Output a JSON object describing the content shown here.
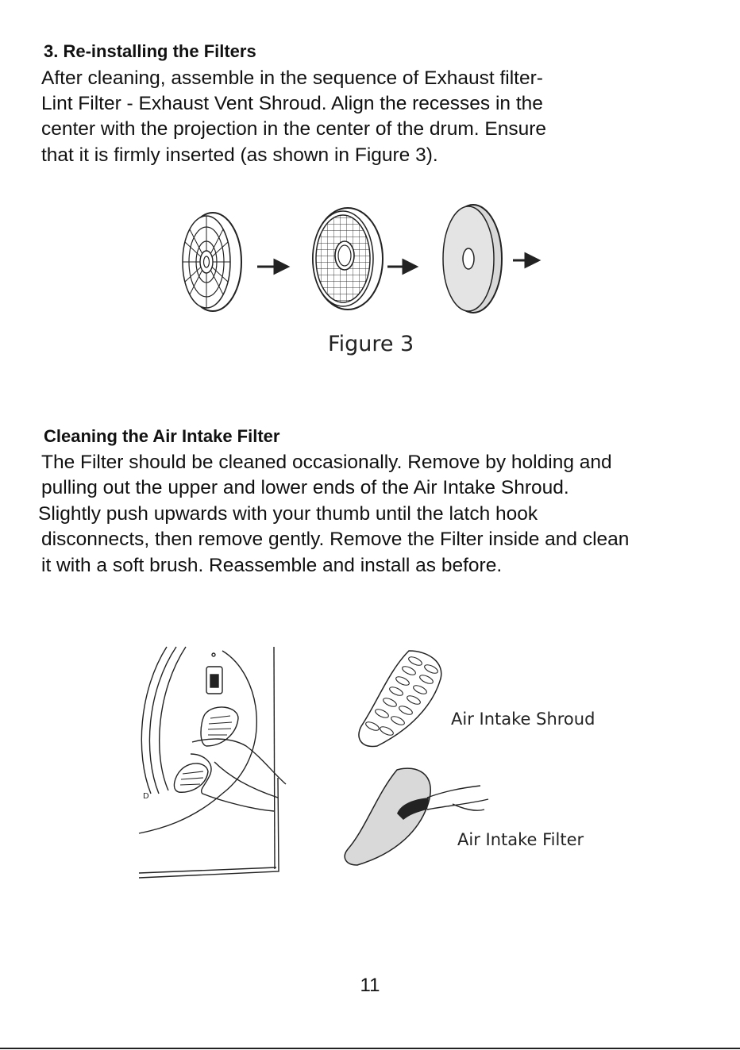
{
  "section1": {
    "heading": "3. Re-installing the Filters",
    "lines": [
      "After cleaning, assemble in the sequence of Exhaust filter-",
      "Lint Filter - Exhaust Vent Shroud. Align the recesses in the",
      "center with the projection in the center of the drum. Ensure",
      "that it is firmly inserted (as shown in Figure 3)."
    ],
    "figure_caption": "Figure 3"
  },
  "section2": {
    "heading": "Cleaning the Air Intake Filter",
    "lines": [
      "The Filter should be cleaned occasionally. Remove by holding and",
      "pulling  out  the  upper  and  lower  ends  of  the  Air  Intake Shroud.",
      "Slightly  push  upwards  with  your  thumb  until  the  latch hook",
      "disconnects, then remove gently. Remove the Filter inside and clean",
      "it with a soft brush. Reassemble and install as before."
    ],
    "label_shroud": "Air Intake Shroud",
    "label_filter": "Air Intake Filter"
  },
  "page_number": "11"
}
